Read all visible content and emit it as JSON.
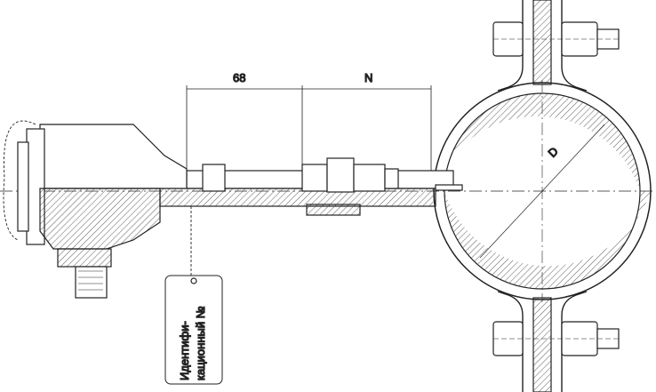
{
  "dimensions": {
    "insertion_fixed": "68",
    "insertion_variable": "N",
    "pipe_diameter": "D"
  },
  "tag": {
    "line1": "Идентифи-",
    "line2": "кационный №"
  }
}
